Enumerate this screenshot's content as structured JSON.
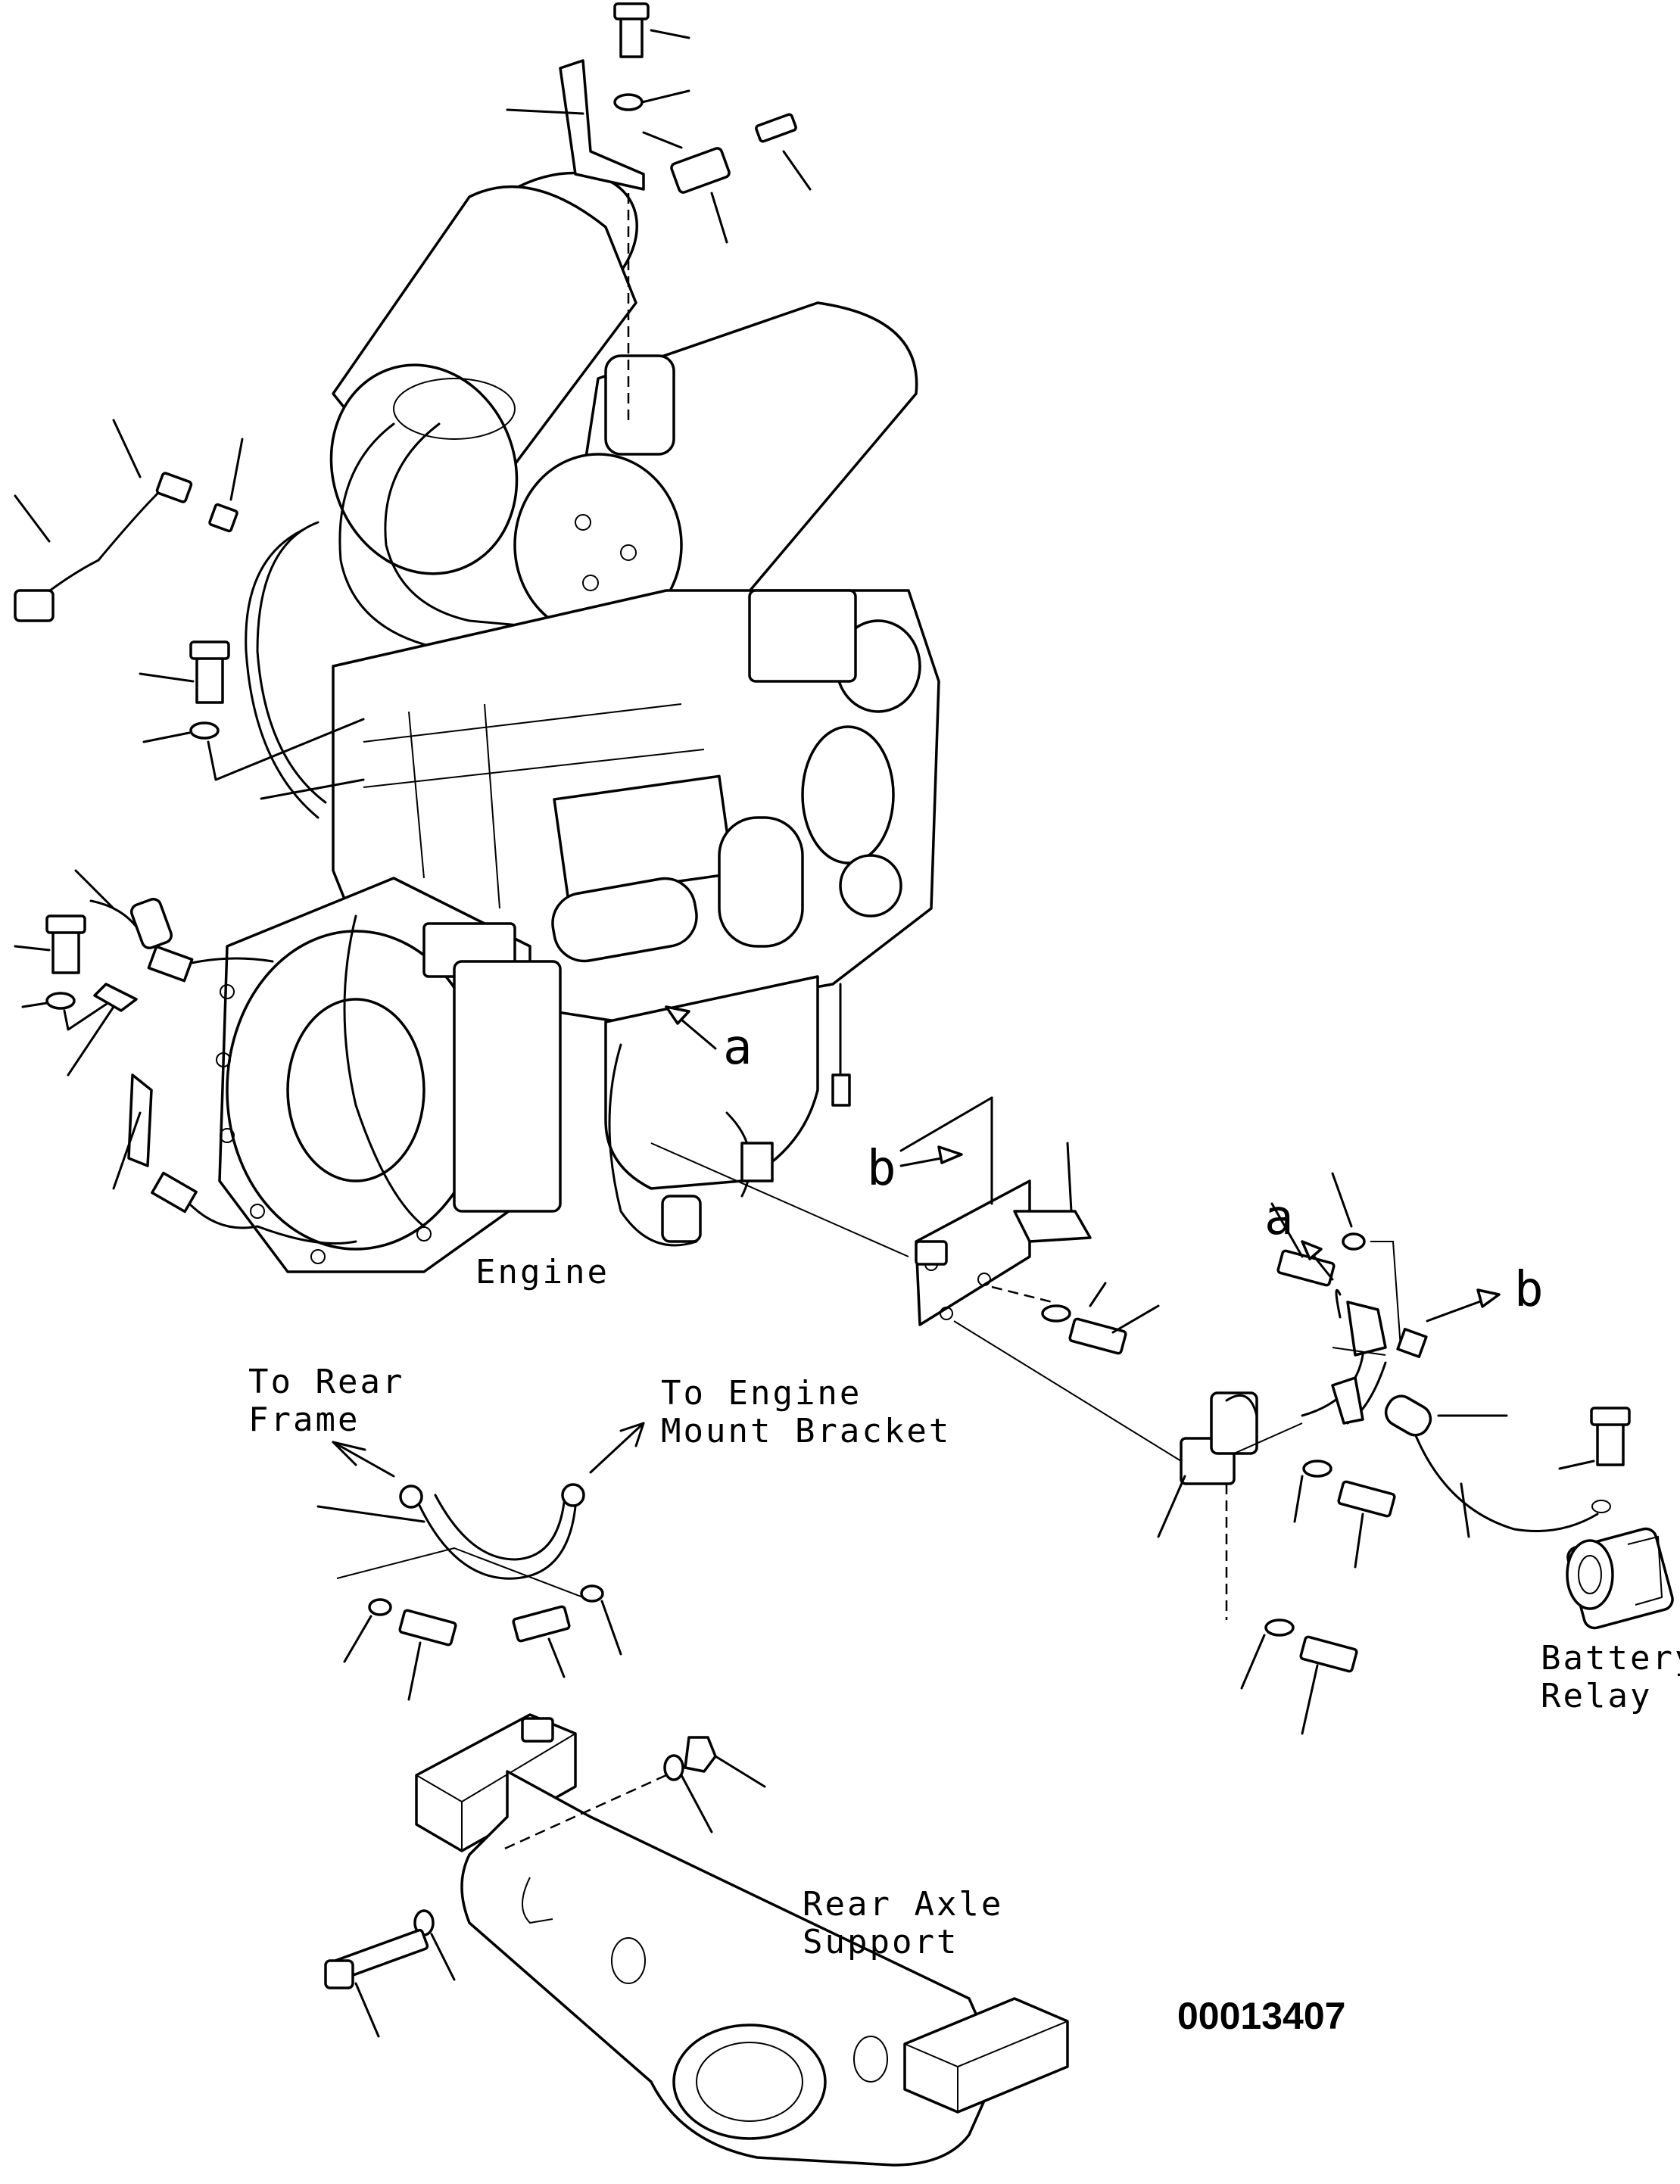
{
  "labels": {
    "engine": "Engine",
    "to_rear_frame_1": "To Rear",
    "to_rear_frame_2": "Frame",
    "to_engine_mount_1": "To Engine",
    "to_engine_mount_2": "Mount Bracket",
    "battery_relay_1": "Battery",
    "battery_relay_2": "Relay",
    "rear_axle_support_1": "Rear Axle",
    "rear_axle_support_2": "Support",
    "ref_a_engine": "a",
    "ref_b_bracket": "b",
    "ref_a_relay": "a",
    "ref_b_relay": "b",
    "drawing_number": "00013407"
  }
}
